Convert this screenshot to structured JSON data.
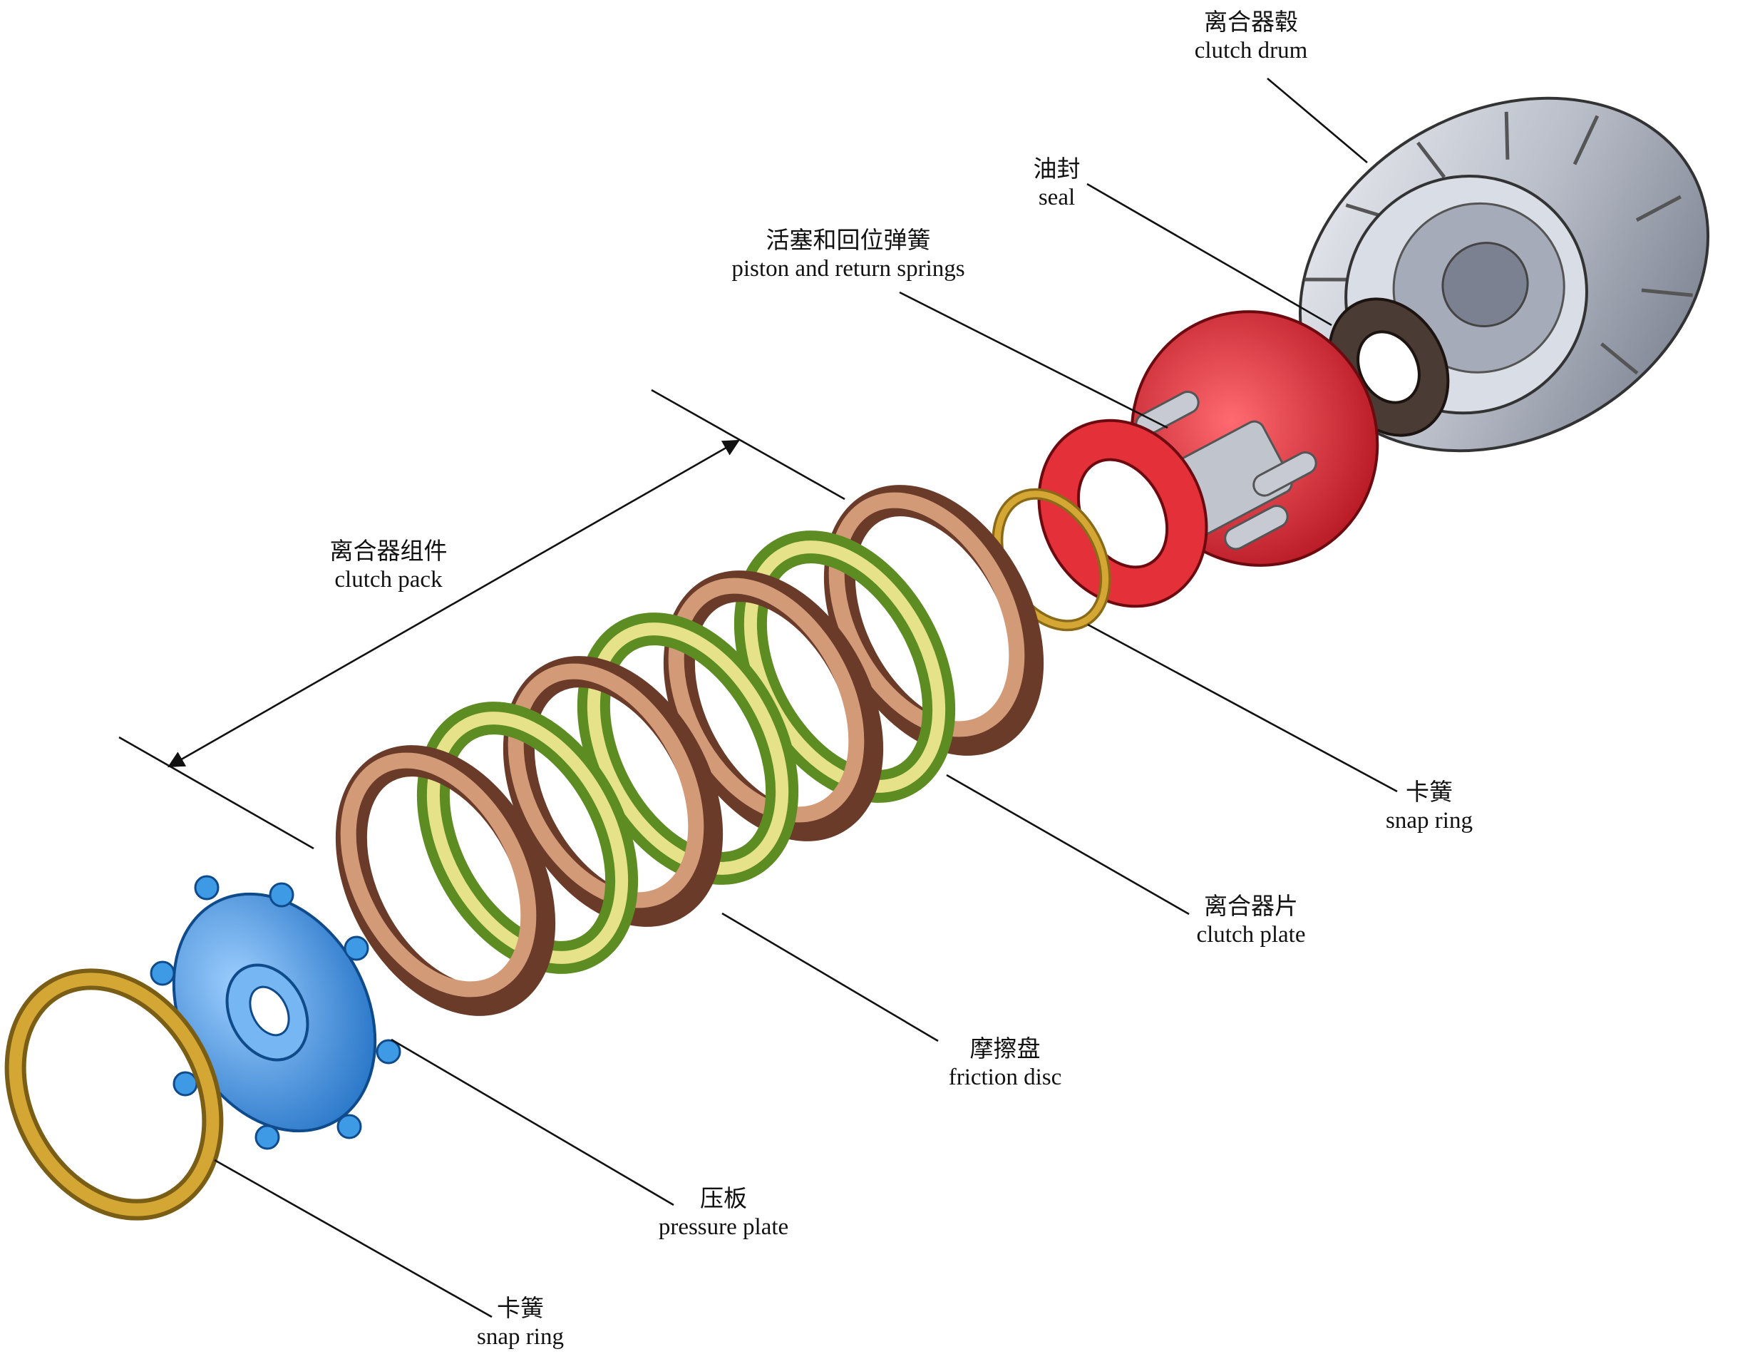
{
  "diagram": {
    "labels": {
      "clutch_drum": {
        "zh": "离合器毂",
        "en": "clutch drum"
      },
      "seal": {
        "zh": "油封",
        "en": "seal"
      },
      "piston": {
        "zh": "活塞和回位弹簧",
        "en": "piston and return springs"
      },
      "clutch_pack": {
        "zh": "离合器组件",
        "en": "clutch pack"
      },
      "snap_ring_right": {
        "zh": "卡簧",
        "en": "snap ring"
      },
      "clutch_plate": {
        "zh": "离合器片",
        "en": "clutch plate"
      },
      "friction_disc": {
        "zh": "摩擦盘",
        "en": "friction disc"
      },
      "pressure_plate": {
        "zh": "压板",
        "en": "pressure plate"
      },
      "snap_ring_left": {
        "zh": "卡簧",
        "en": "snap ring"
      }
    },
    "colors": {
      "drum": "#c9ccd4",
      "drum_dark": "#7c8290",
      "seal": "#4a3b35",
      "piston": "#d8202c",
      "pin": "#b8bcc6",
      "snap_ring": "#d4a634",
      "clutch_plate": "#c98a6a",
      "clutch_plate_dark": "#6b3b2a",
      "friction_disc": "#93c84a",
      "friction_lining": "#e6e28a",
      "pressure_plate": "#3f9ae6",
      "line": "#111111"
    }
  }
}
